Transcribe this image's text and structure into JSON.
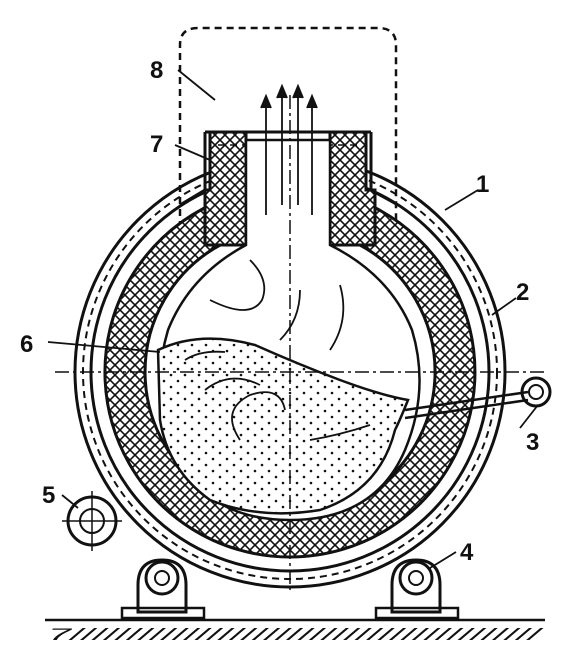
{
  "diagram": {
    "labels": {
      "l1": "1",
      "l2": "2",
      "l3": "3",
      "l4": "4",
      "l5": "5",
      "l6": "6",
      "l7": "7",
      "l8": "8"
    },
    "ground_text": "7/////////////////////////////////////////",
    "colors": {
      "ink": "#111111",
      "background": "#ffffff"
    }
  }
}
